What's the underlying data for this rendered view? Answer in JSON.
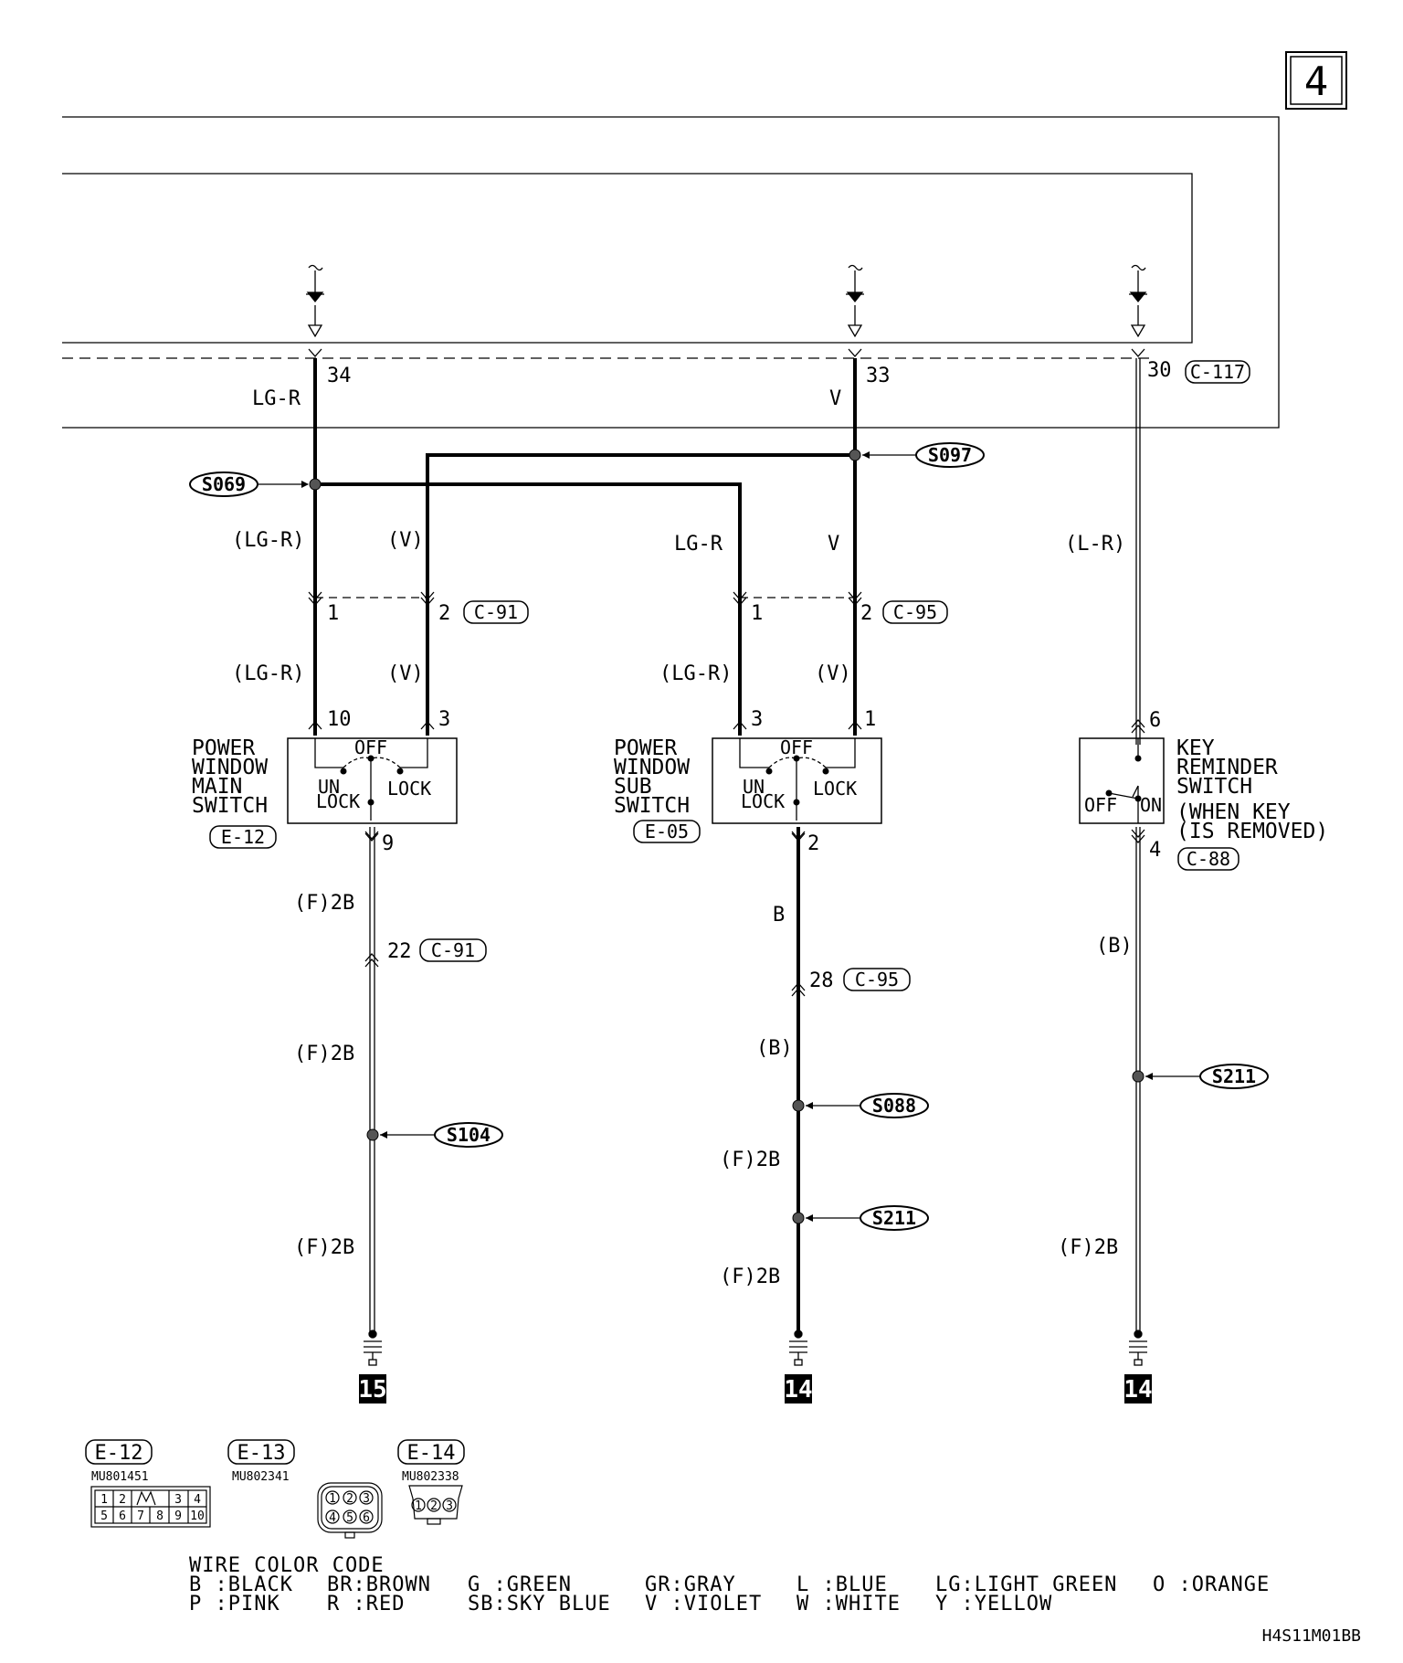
{
  "page_number": "4",
  "drawing_code": "H4S11M01BB",
  "ecu": {
    "connector": "C-117",
    "pins": {
      "left": "34",
      "center": "33",
      "right": "30"
    },
    "wires": {
      "left": "LG-R",
      "center": "V"
    }
  },
  "splices": {
    "s069": "S069",
    "s097": "S097",
    "s104": "S104",
    "s088": "S088",
    "s211_center": "S211",
    "s211_right": "S211"
  },
  "main_switch": {
    "title": [
      "POWER",
      "WINDOW",
      "MAIN",
      "SWITCH"
    ],
    "connector": "E-12",
    "pin_left": "10",
    "pin_right": "3",
    "pin_bottom": "9",
    "off": "OFF",
    "unlock": [
      "UN",
      "LOCK"
    ],
    "lock": "LOCK"
  },
  "sub_switch": {
    "title": [
      "POWER",
      "WINDOW",
      "SUB",
      "SWITCH"
    ],
    "connector": "E-05",
    "pin_left": "3",
    "pin_right": "1",
    "pin_bottom": "2",
    "off": "OFF",
    "unlock": [
      "UN",
      "LOCK"
    ],
    "lock": "LOCK"
  },
  "key_switch": {
    "title": [
      "KEY",
      "REMINDER",
      "SWITCH"
    ],
    "note": [
      "(WHEN KEY",
      "(IS REMOVED)"
    ],
    "pin_top": "6",
    "pin_bottom": "4",
    "connector": "C-88",
    "off": "OFF",
    "on": "ON"
  },
  "intermediate": {
    "c91": {
      "connector": "C-91",
      "pin1": "1",
      "pin2": "2"
    },
    "c95": {
      "connector": "C-95",
      "pin1": "1",
      "pin2": "2"
    },
    "c91_bottom": {
      "pin": "22",
      "connector": "C-91"
    },
    "c95_bottom": {
      "pin": "28",
      "connector": "C-95"
    }
  },
  "wire_labels": {
    "left_upper_a": "(LG-R)",
    "left_upper_b": "(V)",
    "left_lower_a": "(LG-R)",
    "left_lower_b": "(V)",
    "mid_upper_a": "LG-R",
    "mid_upper_b": "V",
    "mid_lower_a": "(LG-R)",
    "mid_lower_b": "(V)",
    "right_upper": "(L-R)",
    "left_down_1": "(F)2B",
    "left_down_2": "(F)2B",
    "left_down_3": "(F)2B",
    "mid_down_1": "B",
    "mid_down_2": "(B)",
    "mid_down_3": "(F)2B",
    "mid_down_4": "(F)2B",
    "right_down_1": "(B)",
    "right_down_2": "(F)2B"
  },
  "grounds": {
    "left": "15",
    "center": "14",
    "right": "14"
  },
  "connector_views": [
    {
      "code": "E-12",
      "part": "MU801451",
      "pins_top": [
        "1",
        "2",
        "3",
        "4"
      ],
      "pins_bottom": [
        "5",
        "6",
        "7",
        "8",
        "9",
        "10"
      ]
    },
    {
      "code": "E-13",
      "part": "MU802341",
      "pins": [
        "1",
        "2",
        "3",
        "4",
        "5",
        "6"
      ]
    },
    {
      "code": "E-14",
      "part": "MU802338",
      "pins": [
        "1",
        "2",
        "3"
      ]
    }
  ],
  "wire_color_code": {
    "title": "WIRE COLOR CODE",
    "row1": [
      "B :BLACK",
      "BR:BROWN",
      "G :GREEN",
      "GR:GRAY",
      "L :BLUE",
      "LG:LIGHT GREEN",
      "O :ORANGE"
    ],
    "row2": [
      "P :PINK",
      "R :RED",
      "SB:SKY BLUE",
      "V :VIOLET",
      "W :WHITE",
      "Y :YELLOW"
    ]
  }
}
